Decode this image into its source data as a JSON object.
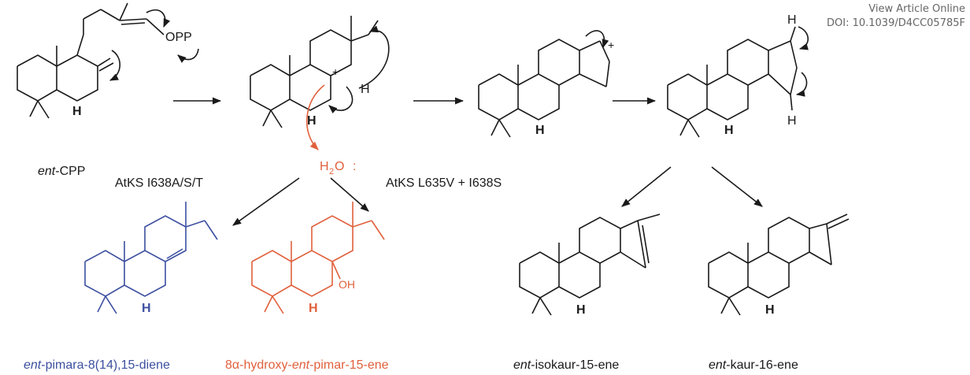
{
  "header": {
    "view_link": "View Article Online",
    "doi": "DOI: 10.1039/D4CC05785F"
  },
  "compounds": {
    "start": {
      "prefix": "ent",
      "suffix": "-CPP"
    },
    "p1": {
      "prefix": "ent",
      "suffix": "-pimara-8(14),15-diene"
    },
    "p2": {
      "pre": "8α-hydroxy-",
      "mid": "ent",
      "post": "-pimar-15-ene"
    },
    "p3": {
      "prefix": "ent",
      "suffix": "-isokaur-15-ene"
    },
    "p4": {
      "prefix": "ent",
      "suffix": "-kaur-16-ene"
    }
  },
  "mutants": {
    "m1": "AtKS I638A/S/T",
    "m2": "AtKS L635V + I638S"
  },
  "atoms": {
    "opp": "OPP",
    "H": "H",
    "oh": "OH",
    "plus": "+",
    "water_h": "H",
    "water_sub": "2",
    "water_o": "O",
    "water_colon": ":"
  },
  "colors": {
    "ink": "#1a1a1a",
    "blue": "#3c4fa0",
    "red": "#e0603c"
  }
}
